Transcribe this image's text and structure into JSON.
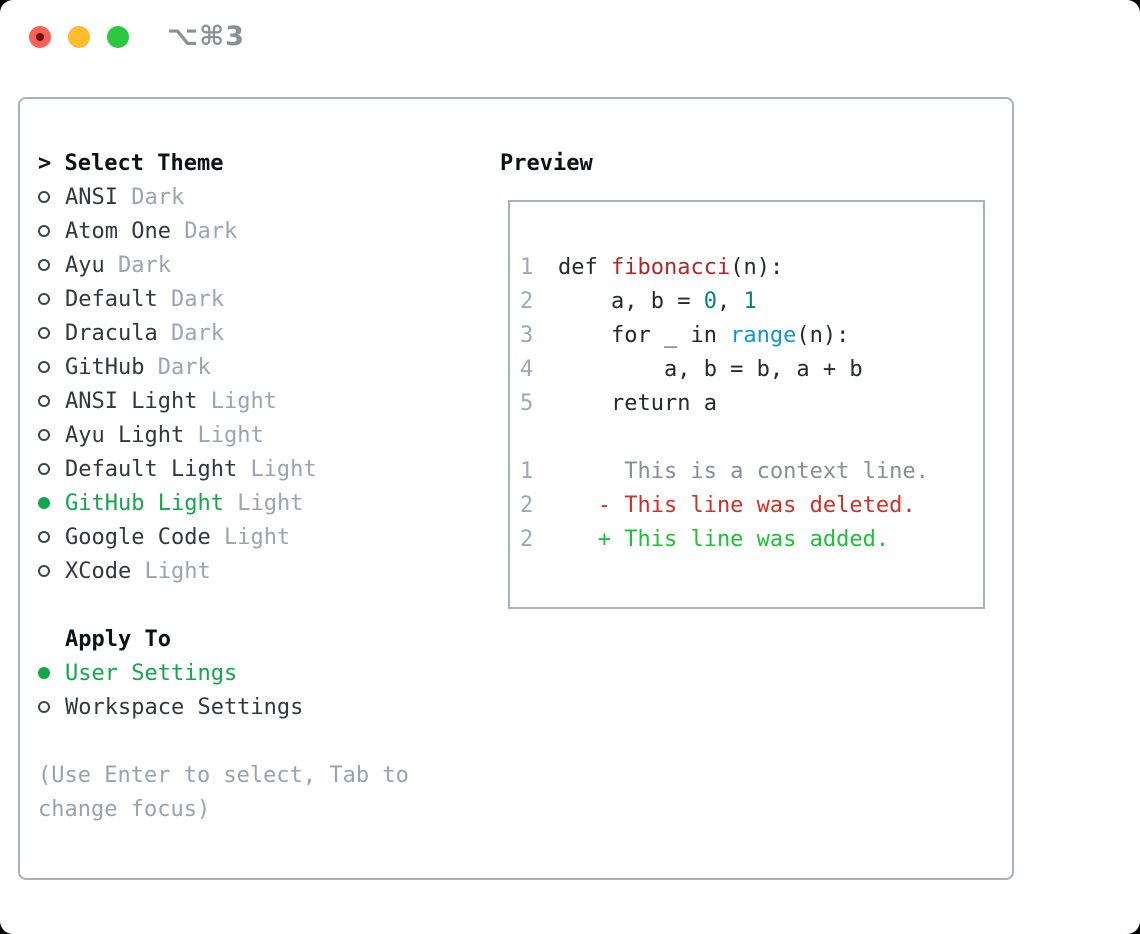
{
  "window": {
    "title_shortcut": "⌥⌘3",
    "traffic_lights": [
      "close",
      "minimize",
      "maximize"
    ]
  },
  "colors": {
    "selection_green": "#13a64b",
    "added_green": "#1cc235",
    "deleted_red": "#d03025",
    "function_red": "#b02828",
    "number_teal": "#0c7f7f",
    "call_blue": "#1095d2",
    "muted_gray": "#9aa5b2",
    "context_gray": "#878e96",
    "line_number_gray": "#9ca8b4",
    "border_gray": "#a9b2bc",
    "text_dark": "#24292e",
    "traffic_red": "#ff5f57",
    "traffic_yellow": "#febc2e",
    "traffic_green": "#2bc840"
  },
  "theme_panel": {
    "prompt": ">",
    "heading": "Select Theme",
    "themes": [
      {
        "name": "ANSI",
        "tag": "Dark",
        "selected": false
      },
      {
        "name": "Atom One",
        "tag": "Dark",
        "selected": false
      },
      {
        "name": "Ayu",
        "tag": "Dark",
        "selected": false
      },
      {
        "name": "Default",
        "tag": "Dark",
        "selected": false
      },
      {
        "name": "Dracula",
        "tag": "Dark",
        "selected": false
      },
      {
        "name": "GitHub",
        "tag": "Dark",
        "selected": false
      },
      {
        "name": "ANSI Light",
        "tag": "Light",
        "selected": false
      },
      {
        "name": "Ayu Light",
        "tag": "Light",
        "selected": false
      },
      {
        "name": "Default Light",
        "tag": "Light",
        "selected": false
      },
      {
        "name": "GitHub Light",
        "tag": "Light",
        "selected": true
      },
      {
        "name": "Google Code",
        "tag": "Light",
        "selected": false
      },
      {
        "name": "XCode",
        "tag": "Light",
        "selected": false
      }
    ],
    "apply_to": {
      "heading": "Apply To",
      "options": [
        {
          "name": "User Settings",
          "selected": true
        },
        {
          "name": "Workspace Settings",
          "selected": false
        }
      ]
    },
    "footer": "(Use Enter to select, Tab to change focus)"
  },
  "preview": {
    "heading": "Preview",
    "code_lines": [
      {
        "num": "1",
        "segments": [
          {
            "text": "def ",
            "style": "fg"
          },
          {
            "text": "fibonacci",
            "style": "function"
          },
          {
            "text": "(n):",
            "style": "fg"
          }
        ]
      },
      {
        "num": "2",
        "segments": [
          {
            "text": "    a, b = ",
            "style": "fg"
          },
          {
            "text": "0",
            "style": "number"
          },
          {
            "text": ", ",
            "style": "fg"
          },
          {
            "text": "1",
            "style": "number"
          }
        ]
      },
      {
        "num": "3",
        "segments": [
          {
            "text": "    for _ in ",
            "style": "fg"
          },
          {
            "text": "range",
            "style": "call"
          },
          {
            "text": "(n):",
            "style": "fg"
          }
        ]
      },
      {
        "num": "4",
        "segments": [
          {
            "text": "        a, b = b, a + b",
            "style": "fg"
          }
        ]
      },
      {
        "num": "5",
        "segments": [
          {
            "text": "    return a",
            "style": "fg"
          }
        ]
      },
      {
        "num": "",
        "segments": []
      },
      {
        "num": "1",
        "segments": [
          {
            "text": "     This is a context line.",
            "style": "context"
          }
        ]
      },
      {
        "num": "2",
        "segments": [
          {
            "text": "   - This line was deleted.",
            "style": "deleted"
          }
        ]
      },
      {
        "num": "2",
        "segments": [
          {
            "text": "   + This line was added.",
            "style": "added"
          }
        ]
      }
    ]
  }
}
